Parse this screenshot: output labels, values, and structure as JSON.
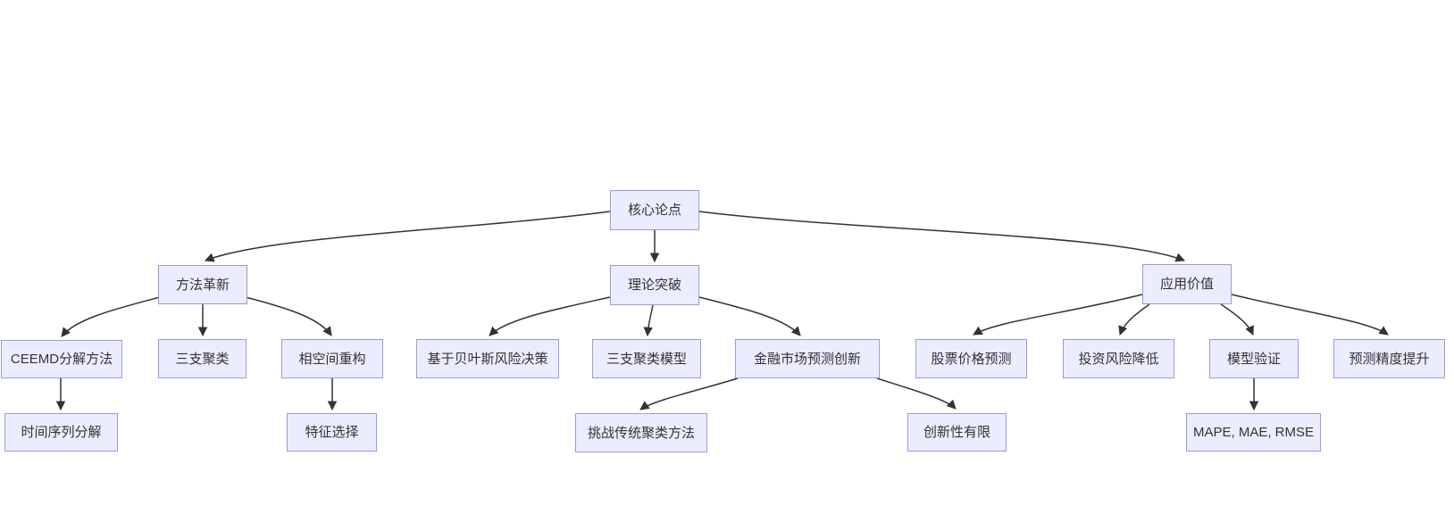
{
  "diagram": {
    "type": "flowchart-tree",
    "colors": {
      "background": "#ffffff",
      "node_fill": "#ececff",
      "node_border": "#9a9ad6",
      "edge": "#333333",
      "text": "#333333"
    },
    "nodes": {
      "core_thesis": {
        "label": "核心论点"
      },
      "method_innovation": {
        "label": "方法革新"
      },
      "theory_breakthrough": {
        "label": "理论突破"
      },
      "application_value": {
        "label": "应用价值"
      },
      "ceemd_method": {
        "label": "CEEMD分解方法"
      },
      "three_way_clustering": {
        "label": "三支聚类"
      },
      "phase_space": {
        "label": "相空间重构"
      },
      "bayesian_risk": {
        "label": "基于贝叶斯风险决策"
      },
      "three_way_model": {
        "label": "三支聚类模型"
      },
      "financial_innovation": {
        "label": "金融市场预测创新"
      },
      "stock_prediction": {
        "label": "股票价格预测"
      },
      "risk_reduction": {
        "label": "投资风险降低"
      },
      "model_validation": {
        "label": "模型验证"
      },
      "precision_improvement": {
        "label": "预测精度提升"
      },
      "time_series": {
        "label": "时间序列分解"
      },
      "feature_selection": {
        "label": "特征选择"
      },
      "challenge_clustering": {
        "label": "挑战传统聚类方法"
      },
      "limited_novelty": {
        "label": "创新性有限"
      },
      "metrics": {
        "label": "MAPE, MAE, RMSE"
      }
    },
    "edges": [
      {
        "from": "core_thesis",
        "to": "method_innovation"
      },
      {
        "from": "core_thesis",
        "to": "theory_breakthrough"
      },
      {
        "from": "core_thesis",
        "to": "application_value"
      },
      {
        "from": "method_innovation",
        "to": "ceemd_method"
      },
      {
        "from": "method_innovation",
        "to": "three_way_clustering"
      },
      {
        "from": "method_innovation",
        "to": "phase_space"
      },
      {
        "from": "ceemd_method",
        "to": "time_series"
      },
      {
        "from": "phase_space",
        "to": "feature_selection"
      },
      {
        "from": "theory_breakthrough",
        "to": "bayesian_risk"
      },
      {
        "from": "theory_breakthrough",
        "to": "three_way_model"
      },
      {
        "from": "theory_breakthrough",
        "to": "financial_innovation"
      },
      {
        "from": "financial_innovation",
        "to": "challenge_clustering"
      },
      {
        "from": "financial_innovation",
        "to": "limited_novelty"
      },
      {
        "from": "application_value",
        "to": "stock_prediction"
      },
      {
        "from": "application_value",
        "to": "risk_reduction"
      },
      {
        "from": "application_value",
        "to": "model_validation"
      },
      {
        "from": "application_value",
        "to": "precision_improvement"
      },
      {
        "from": "model_validation",
        "to": "metrics"
      }
    ]
  }
}
